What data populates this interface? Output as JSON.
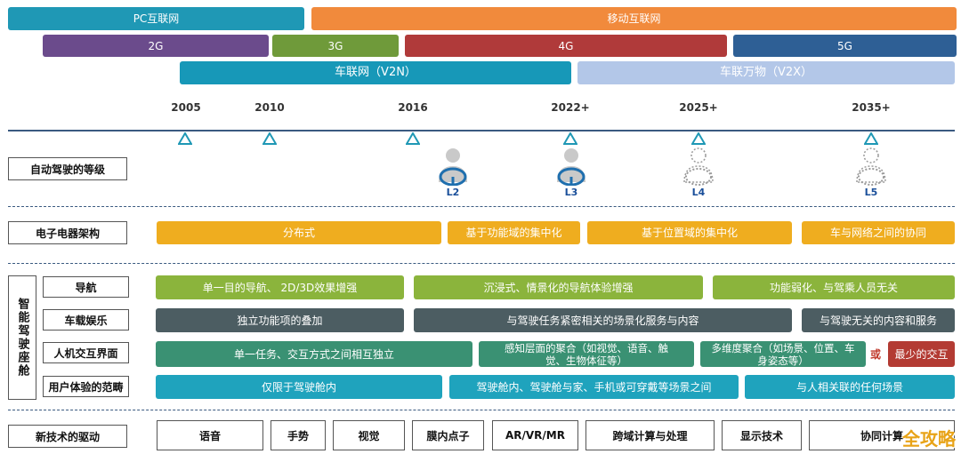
{
  "net_row": {
    "pc": "PC互联网",
    "mobile": "移动互联网"
  },
  "gen_row": {
    "g2": "2G",
    "g3": "3G",
    "g4": "4G",
    "g5": "5G"
  },
  "v2x_row": {
    "v2n": "车联网（V2N）",
    "v2x": "车联万物（V2X）"
  },
  "years": [
    "2005",
    "2010",
    "2016",
    "2022+",
    "2025+",
    "2035+"
  ],
  "autonomy": {
    "label": "自动驾驶的等级",
    "levels": [
      "L2",
      "L3",
      "L4",
      "L5"
    ]
  },
  "ee": {
    "label": "电子电器架构",
    "items": [
      "分布式",
      "基于功能域的集中化",
      "基于位置域的集中化",
      "车与网络之间的协同"
    ]
  },
  "cockpit": {
    "label": "智能驾驶座舱",
    "nav": {
      "label": "导航",
      "items": [
        "单一目的导航、 2D/3D效果增强",
        "沉浸式、情景化的导航体验增强",
        "功能弱化、与驾乘人员无关"
      ]
    },
    "ent": {
      "label": "车载娱乐",
      "items": [
        "独立功能项的叠加",
        "与驾驶任务紧密相关的场景化服务与内容",
        "与驾驶无关的内容和服务"
      ]
    },
    "hmi": {
      "label": "人机交互界面",
      "items": [
        "单一任务、交互方式之间相互独立",
        "感知层面的聚合（如视觉、语音、触觉、生物体征等）",
        "多维度聚合（如场景、位置、车身姿态等）",
        "最少的交互"
      ],
      "or": "或"
    },
    "ux": {
      "label": "用户体验的范畴",
      "items": [
        "仅限于驾驶舱内",
        "驾驶舱内、驾驶舱与家、手机或可穿戴等场景之间",
        "与人相关联的任何场景"
      ]
    }
  },
  "tech": {
    "label": "新技术的驱动",
    "items": [
      "语音",
      "手势",
      "视觉",
      "膜内点子",
      "AR/VR/MR",
      "跨域计算与处理",
      "显示技术",
      "协同计算"
    ]
  },
  "watermark": "全攻略",
  "colors": {
    "pc": "#1f98b5",
    "mobile": "#f18a3c",
    "g2": "#6b4b8c",
    "g3": "#6f9a3a",
    "g4": "#b03a3a",
    "g5": "#2e5f95",
    "v2n": "#1798b8",
    "v2x": "#b3c7e8",
    "ee": "#efad1f",
    "nav": "#8bb43c",
    "ent": "#4c5d62",
    "hmi": "#3a9173",
    "hmi_last": "#b33b33",
    "ux": "#1fa3bd"
  }
}
